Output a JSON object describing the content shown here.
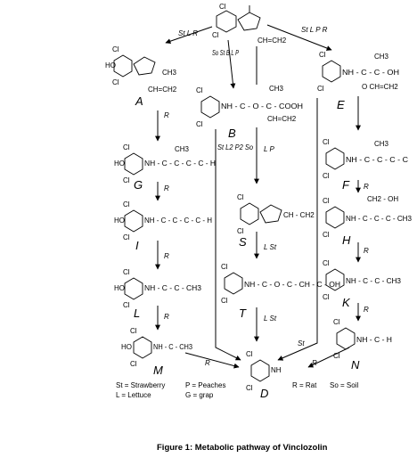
{
  "caption": "Figure 1: Metabolic pathway of Vinclozolin",
  "compounds": {
    "A": "A",
    "B": "B",
    "D": "D",
    "E": "E",
    "F": "F",
    "G": "G",
    "H": "H",
    "I": "I",
    "K": "K",
    "L": "L",
    "M": "M",
    "N": "N",
    "S": "S",
    "T": "T"
  },
  "atoms": {
    "Cl": "Cl",
    "HO": "HO",
    "NH": "NH"
  },
  "side_chains": {
    "top": "CH=CH2",
    "A_me": "CH3",
    "A_vinyl": "CH=CH2",
    "B_main": "NH - C - O - C - COOH",
    "B_top": "CH3",
    "B_bottom": "CH=CH2",
    "E_main": "NH - C - C - OH",
    "E_top": "CH3",
    "E_bottom": "O  CH=CH2",
    "G_main": "NH - C - C - C - C - H",
    "G_top": "CH3",
    "F_main": "NH - C - C - C - C",
    "F_top": "CH3",
    "I_main": "NH - C - C - C - C - H",
    "H_main": "NH - C - C - C - CH3",
    "H_top": "CH2 - OH",
    "S_chain": "CH - CH2",
    "T_main": "NH - C - O - C - CH - C - OH",
    "L_main": "NH - C - C - CH3",
    "K_main": "NH - C - C - CH3",
    "M_main": "NH - C - CH3",
    "N_main": "NH - C - H",
    "D_main": "NH"
  },
  "pathway_labels": {
    "top_to_A": "St  L  R",
    "top_to_B": "So  St  B  L  P",
    "top_to_E": "St L P R",
    "B_to_D": "St  L2  P2  So",
    "B_to_S": "L  P",
    "S_to_T": "L  St",
    "T_to_D": "L  St",
    "A_to_G": "R",
    "G_to_I": "R",
    "I_to_L": "R",
    "L_to_M": "R",
    "M_to_D": "R",
    "F_to_H": "R",
    "H_to_K": "R",
    "K_to_N": "R",
    "N_to_D": "R",
    "E_to_D": "St"
  },
  "legend": [
    "St = Strawberry",
    "P = Peaches",
    "R = Rat",
    "So = Soil",
    "L = Lettuce",
    "G = grap"
  ]
}
